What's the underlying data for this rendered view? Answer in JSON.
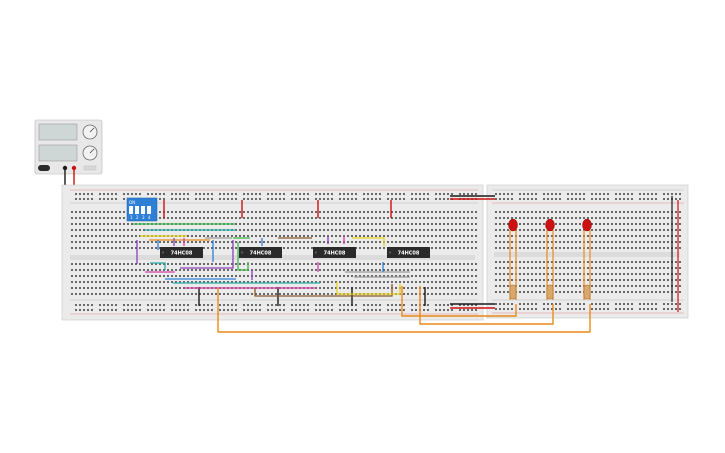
{
  "power_supply": {
    "name": "DC power supply",
    "terminal_colors": {
      "negative": "#1a1a1a",
      "positive": "#cc1111"
    }
  },
  "dip_switch": {
    "on_label": "ON",
    "position_labels": [
      "1",
      "2",
      "3",
      "4"
    ],
    "color": "#2e7fd6"
  },
  "chips": [
    {
      "id": "ic1",
      "label": "74HC08"
    },
    {
      "id": "ic2",
      "label": "74HC08"
    },
    {
      "id": "ic3",
      "label": "74HC08"
    },
    {
      "id": "ic4",
      "label": "74HC08"
    }
  ],
  "leds": [
    {
      "id": "led1",
      "color": "#cc1111"
    },
    {
      "id": "led2",
      "color": "#cc1111"
    },
    {
      "id": "led3",
      "color": "#cc1111"
    }
  ],
  "wire_colors": {
    "power": "#cc1111",
    "ground": "#1a1a1a",
    "green": "#3db34a",
    "blue": "#2e7fd6",
    "purple": "#8b3fb8",
    "magenta": "#d23fa8",
    "yellow": "#e8d21a",
    "orange": "#e88a1a",
    "brown": "#8b5a2b",
    "teal": "#2bb0a8",
    "gray": "#9a9a9a"
  }
}
